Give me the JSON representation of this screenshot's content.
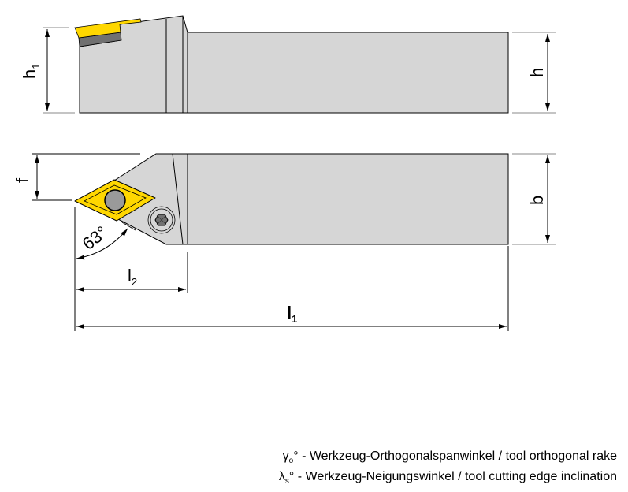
{
  "colors": {
    "body": "#d6d6d6",
    "insert": "#ffd700",
    "shim": "#707070",
    "outline": "#000000"
  },
  "dimensions": {
    "h1": {
      "main": "h",
      "sub": "1"
    },
    "h": {
      "main": "h"
    },
    "f": {
      "main": "f"
    },
    "b": {
      "main": "b"
    },
    "l2": {
      "main": "l",
      "sub": "2"
    },
    "l1": {
      "main": "l",
      "sub": "1"
    },
    "angle": "63°"
  },
  "legend": [
    {
      "symbol": "γ",
      "sub": "o",
      "deg": "°",
      "text": " - Werkzeug-Orthogonalspanwinkel / tool orthogonal rake"
    },
    {
      "symbol": "λ",
      "sub": "s",
      "deg": "°",
      "text": " - Werkzeug-Neigungswinkel / tool cutting edge inclination"
    }
  ]
}
